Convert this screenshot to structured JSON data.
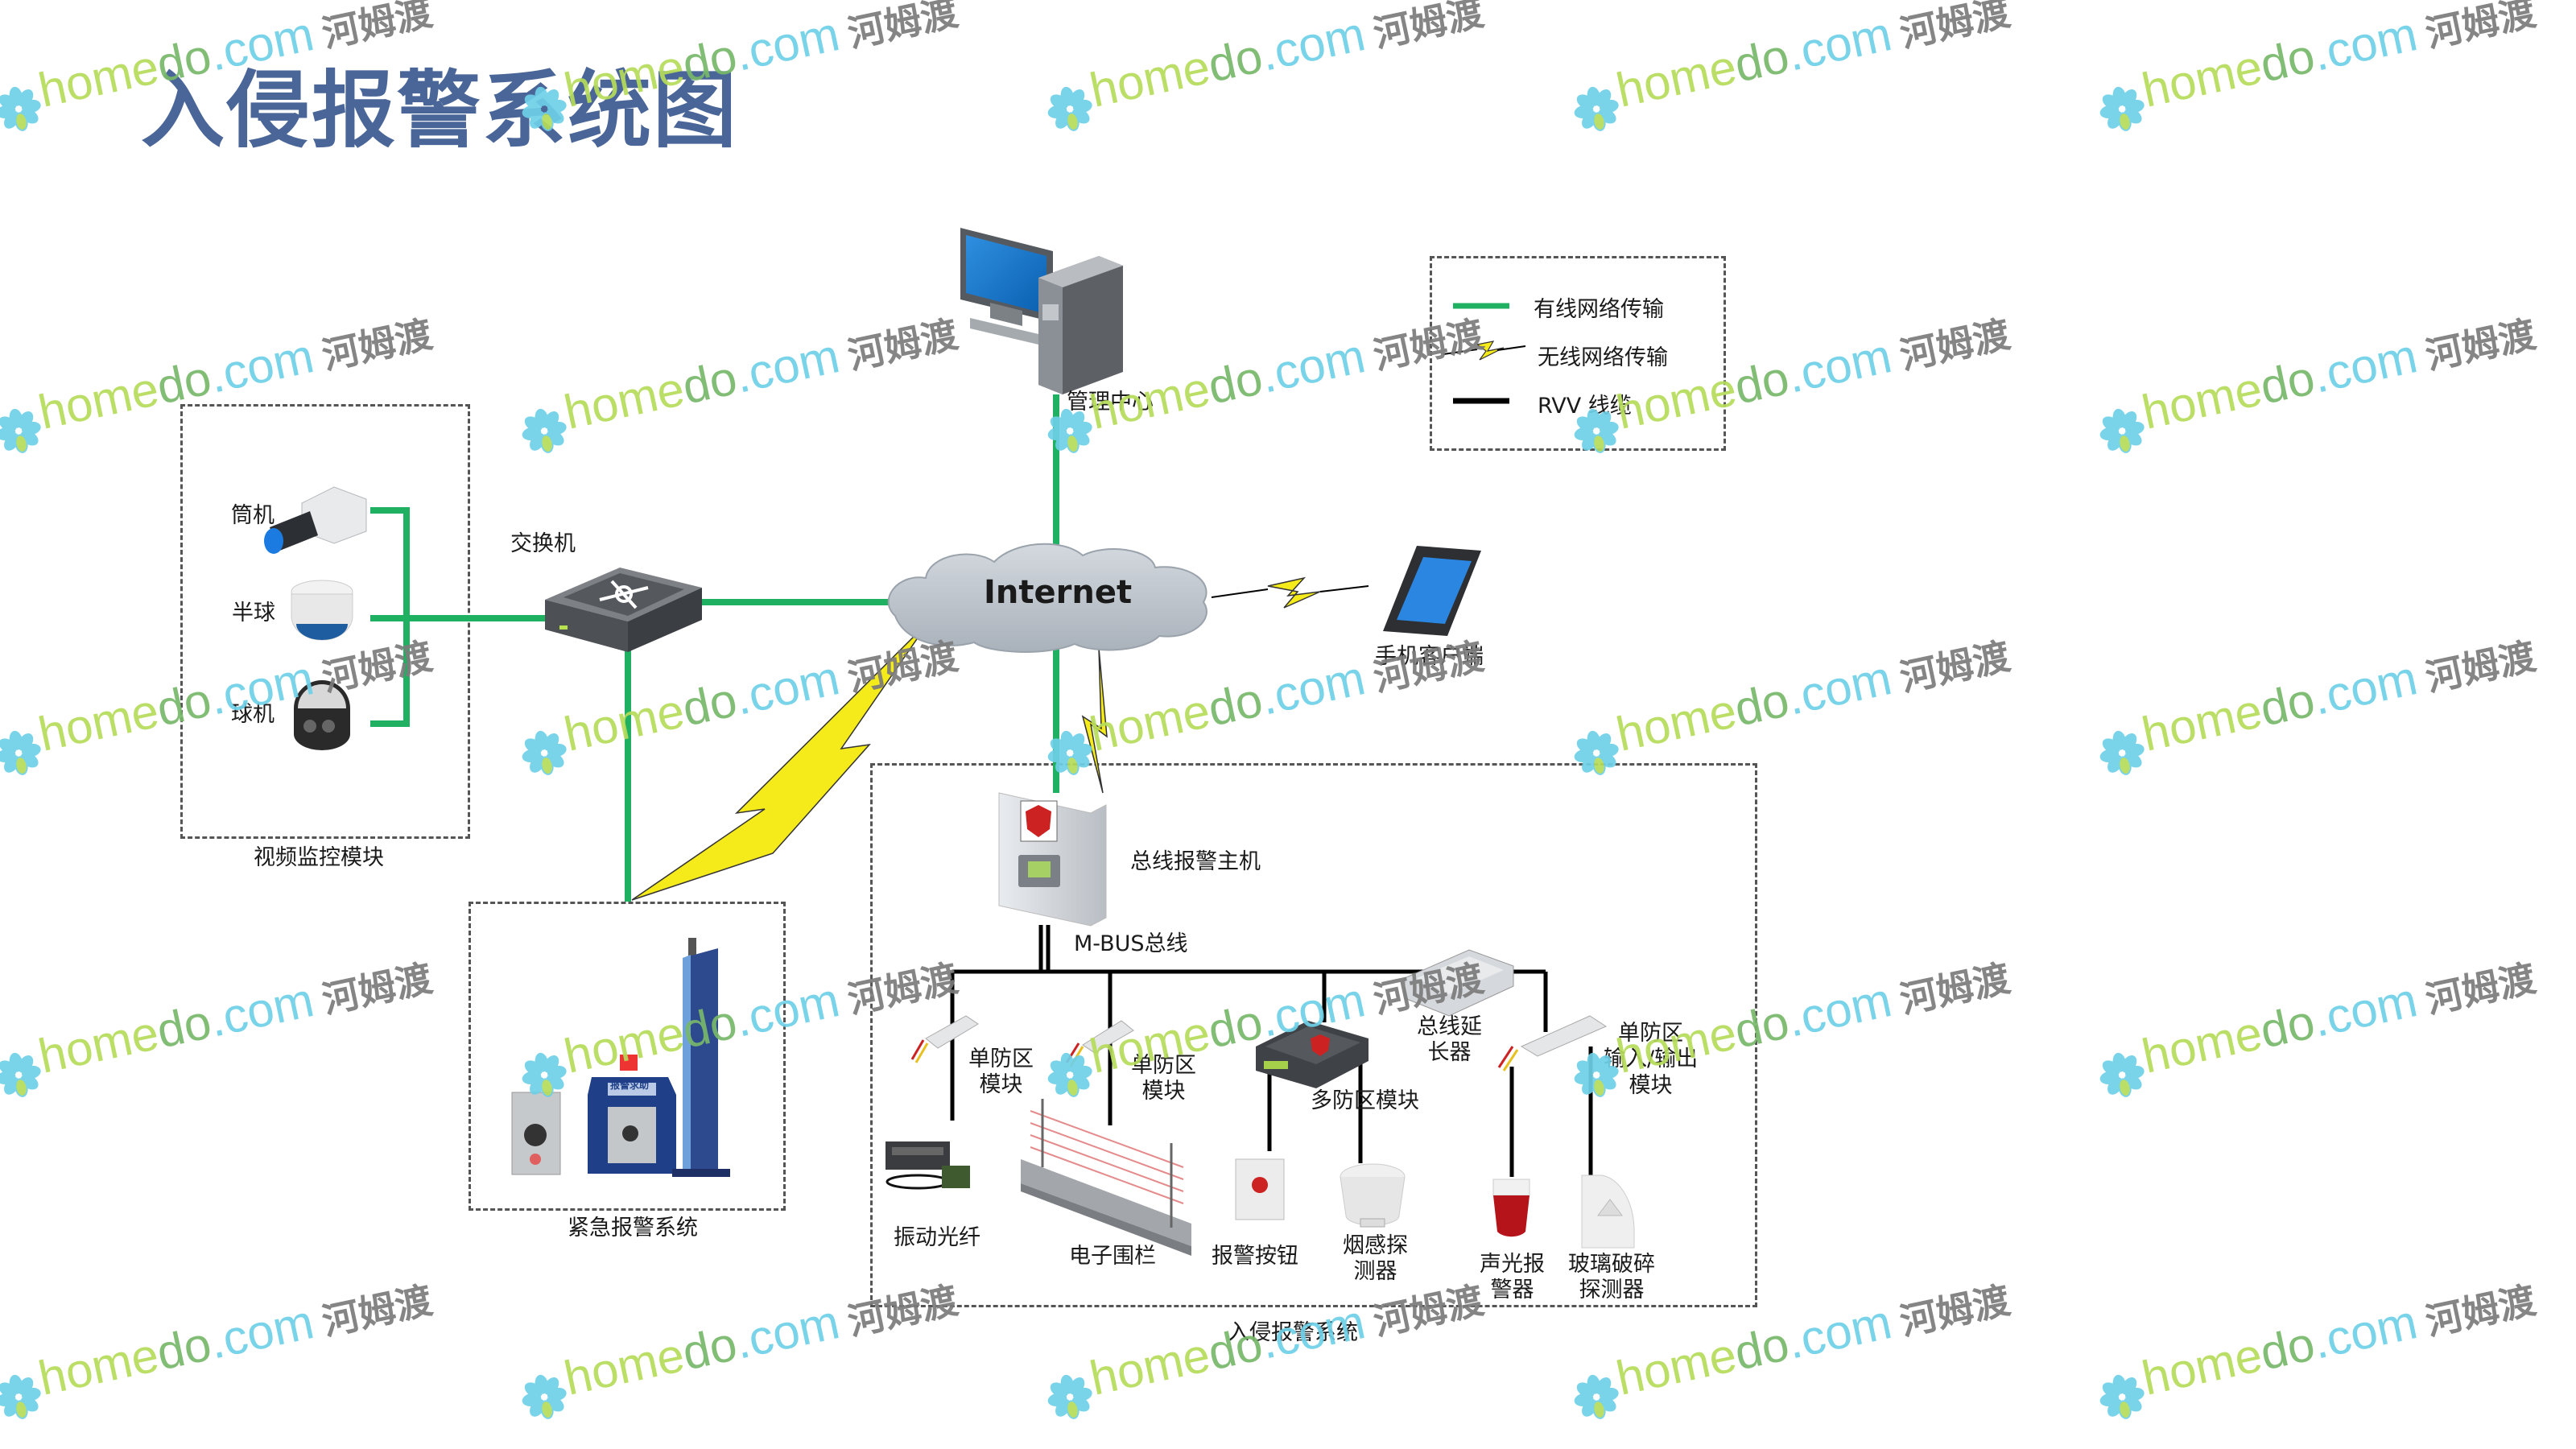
{
  "title": "入侵报警系统图",
  "legend": {
    "items": [
      {
        "label": "有线网络传输",
        "type": "wired",
        "color": "#1fb061"
      },
      {
        "label": "无线网络传输",
        "type": "wireless",
        "color": "#f5ea1a"
      },
      {
        "label": "RVV 线缆",
        "type": "rvv",
        "color": "#000000"
      }
    ]
  },
  "nodes": {
    "management_center": "管理中心",
    "internet": "Internet",
    "mobile_client": "手机客户端",
    "switch": "交换机",
    "bus_alarm_host": "总线报警主机",
    "mbus": "M-BUS总线"
  },
  "video_module": {
    "label": "视频监控模块",
    "cameras": [
      "筒机",
      "半球",
      "球机"
    ]
  },
  "emergency_system": {
    "label": "紧急报警系统",
    "device_sign": "报警求助"
  },
  "intrusion_system": {
    "label": "入侵报警系统",
    "modules": {
      "single_zone_1": [
        "单防区",
        "模块"
      ],
      "single_zone_2": [
        "单防区",
        "模块"
      ],
      "multi_zone": "多防区模块",
      "bus_extender": [
        "总线延",
        "长器"
      ],
      "single_zone_io": [
        "单防区",
        "输入/输出",
        "模块"
      ]
    },
    "devices": {
      "vibration_fiber": "振动光纤",
      "electronic_fence": "电子围栏",
      "alarm_button": "报警按钮",
      "smoke_detector": [
        "烟感探",
        "测器"
      ],
      "sound_light_alarm": [
        "声光报",
        "警器"
      ],
      "glass_break_detector": [
        "玻璃破碎",
        "探测器"
      ]
    }
  },
  "watermark": {
    "brand_a": "home",
    "brand_b": "do",
    "brand_c": ".com",
    "brand_cn": "河姆渡"
  },
  "colors": {
    "title": "#4a6698",
    "wired": "#1fb061",
    "wireless": "#f5ea1a",
    "rvv": "#000000",
    "dashed_border": "#555555"
  }
}
